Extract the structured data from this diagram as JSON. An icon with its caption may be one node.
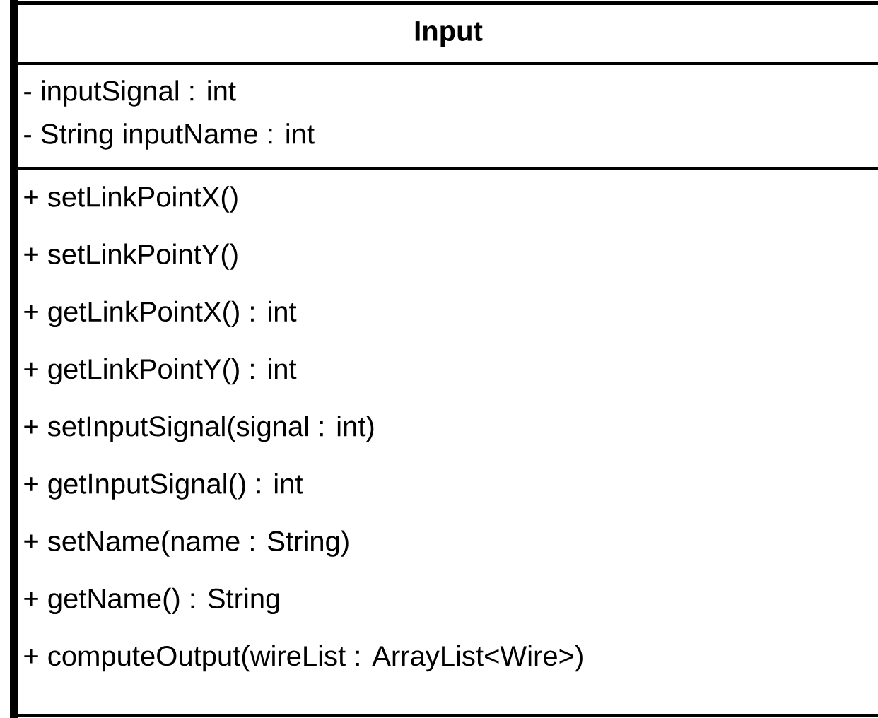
{
  "diagram": {
    "nodes": [
      {
        "text": [
          "Input"
        ]
      },
      {
        "text": [
          "- inputSignal : int",
          "- String inputName : int"
        ],
        "in": 0
      },
      {
        "text": [
          "+ setLinkPointX()",
          "+ setLinkPointY()",
          "+ getLinkPointX() : int",
          "+ getLinkPointY() : int",
          "+ setInputSignal(signal : int)",
          "+ getInputSignal() : int",
          "+ setName(name : String)",
          "+ getName() : String",
          "+ computeOutput(wireList : ArrayList<Wire>)"
        ],
        "in": 0
      }
    ]
  }
}
